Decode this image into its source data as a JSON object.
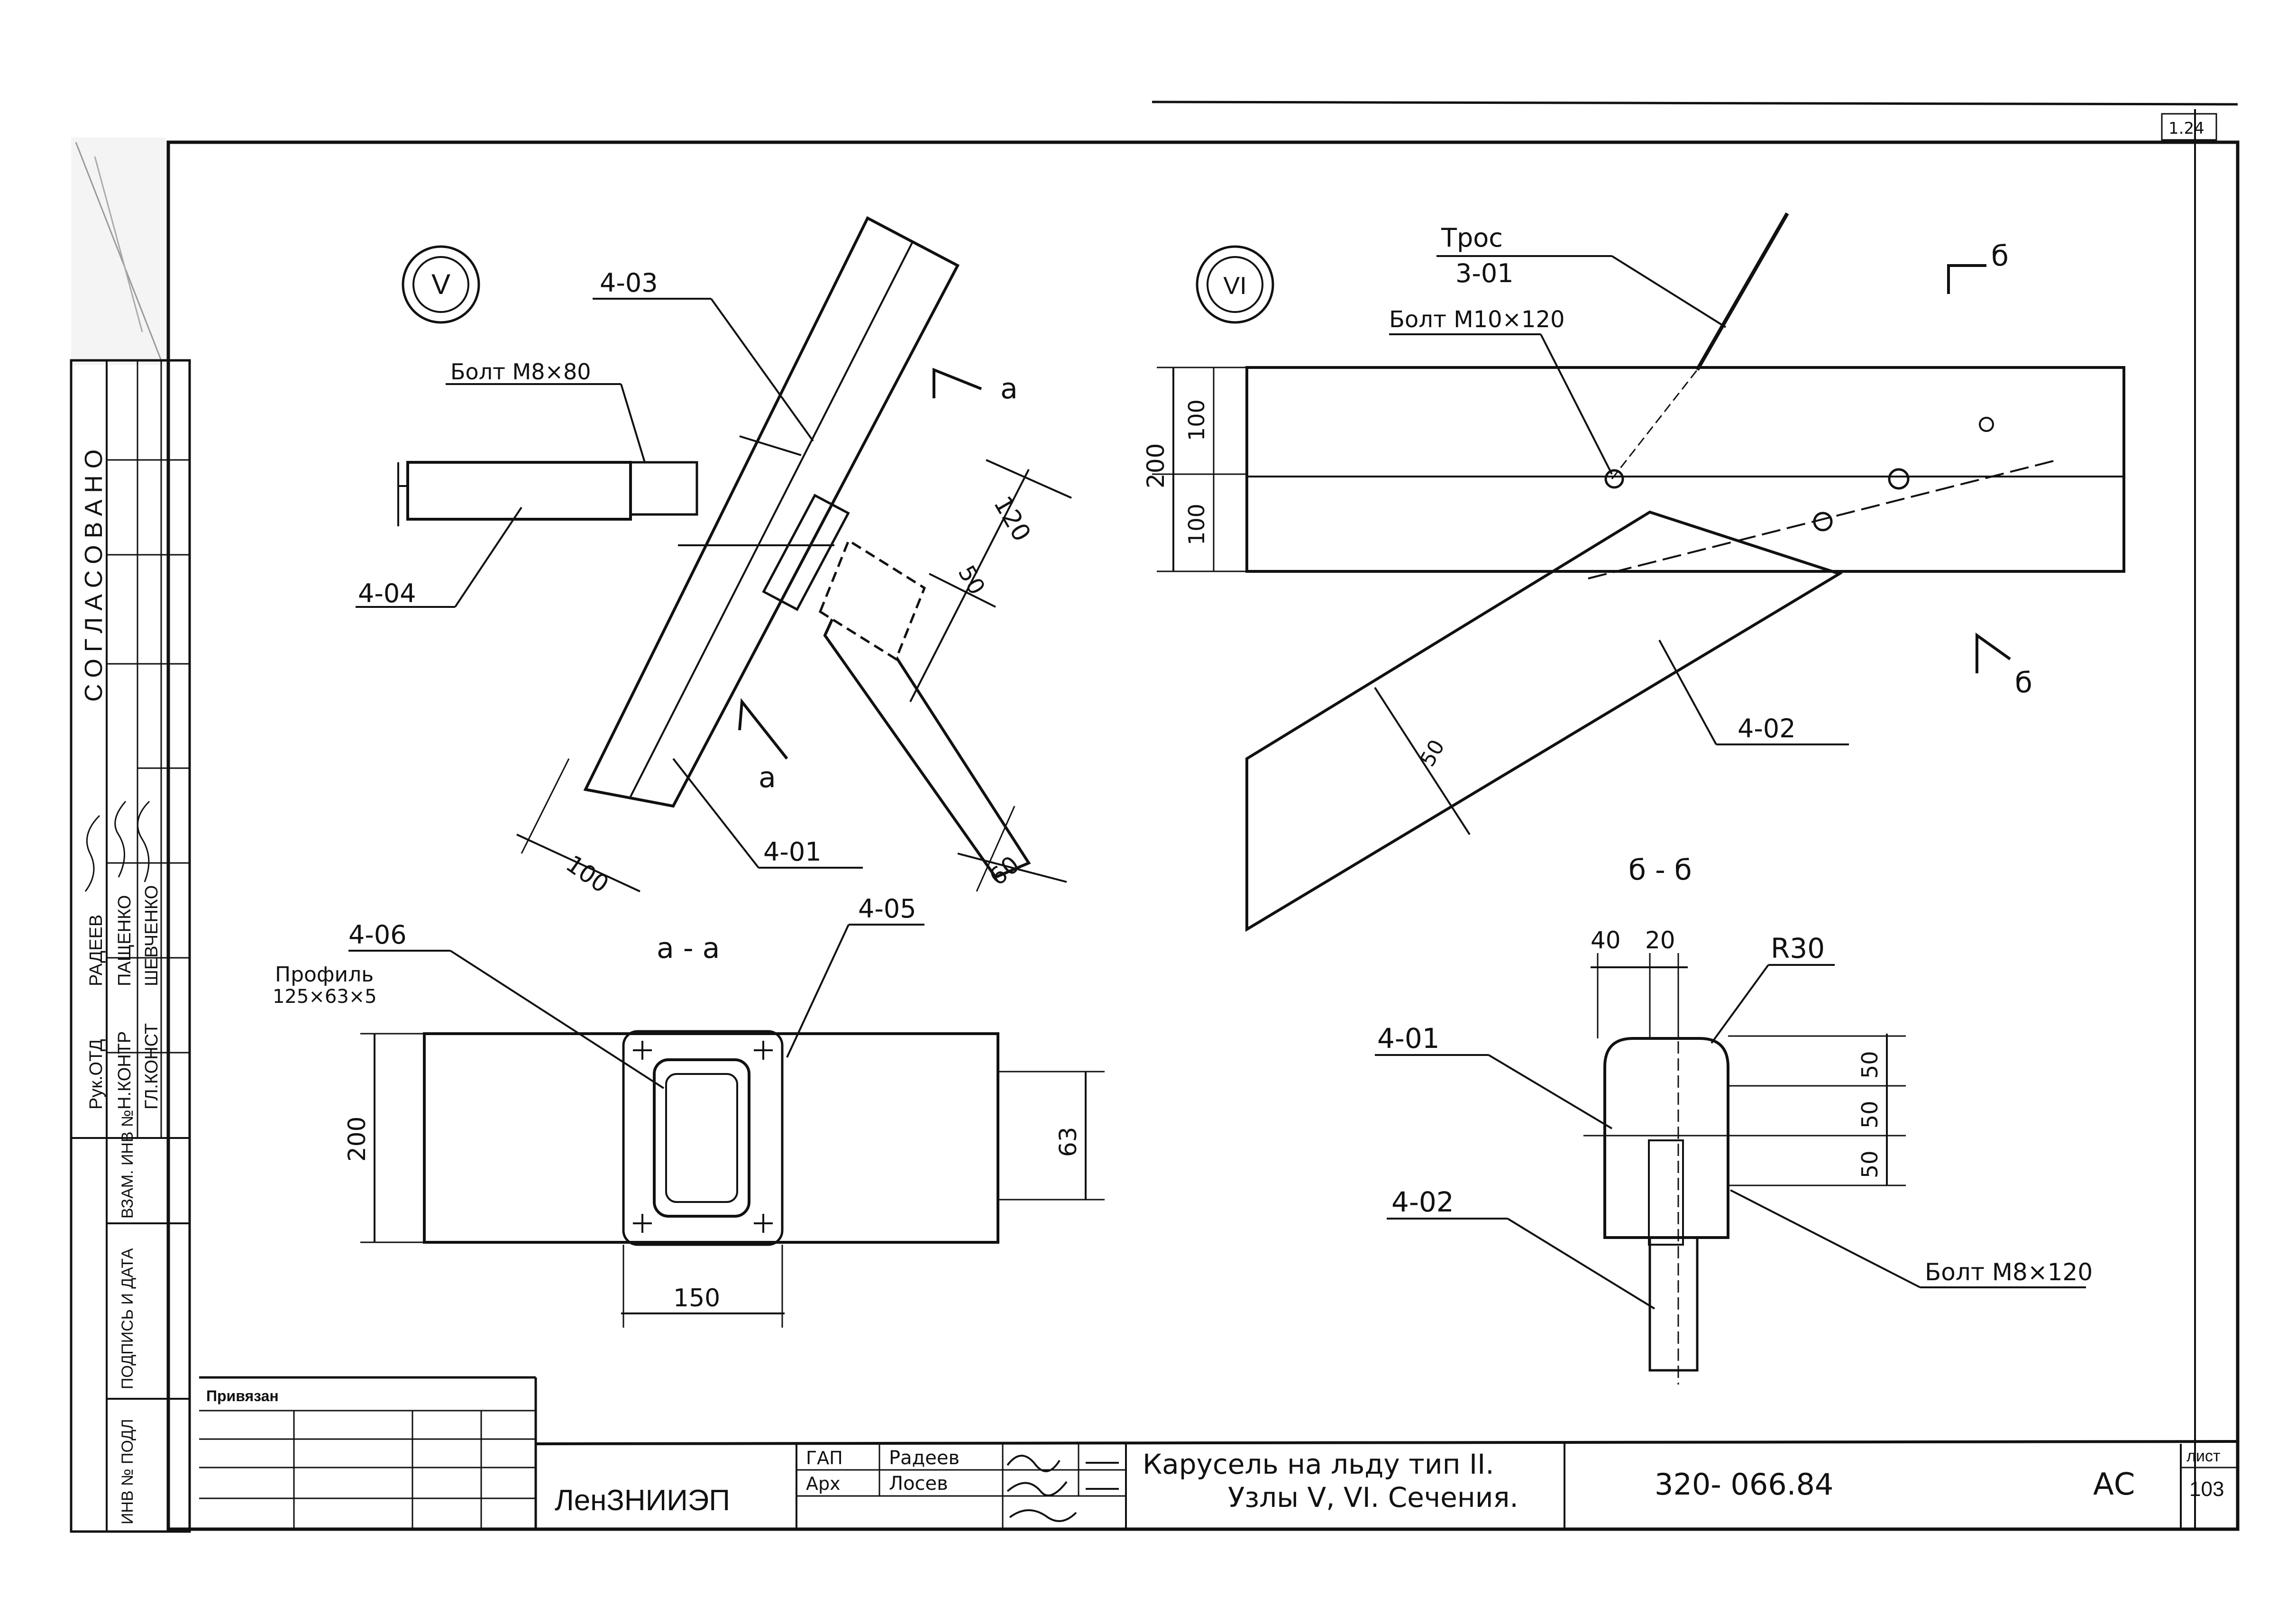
{
  "sheet_corner": "1.24",
  "views": {
    "v": {
      "badge": "V",
      "labels": {
        "p403": "4-03",
        "bolt": "Болт М8×80",
        "p404": "4-04",
        "p401": "4-01"
      },
      "section_mark": "а",
      "dims": {
        "d120": "120",
        "d50": "50",
        "d100": "100",
        "d60": "60"
      }
    },
    "vi": {
      "badge": "VI",
      "labels": {
        "cable_1": "Трос",
        "cable_2": "3-01",
        "bolt": "Болт М10×120",
        "p402": "4-02"
      },
      "section_mark": "б",
      "dims": {
        "d200": "200",
        "d100a": "100",
        "d100b": "100",
        "d50": "50"
      }
    },
    "section_a": {
      "title": "а - а",
      "labels": {
        "p406": "4-06",
        "profile_1": "Профиль",
        "profile_2": "125×63×5",
        "p405": "4-05"
      },
      "dims": {
        "d200": "200",
        "d63": "63",
        "d150": "150"
      }
    },
    "section_b": {
      "title": "б - б",
      "labels": {
        "p401": "4-01",
        "p402": "4-02",
        "r30": "R30",
        "bolt": "Болт М8×120"
      },
      "dims": {
        "d40": "40",
        "d20": "20",
        "d50a": "50",
        "d50b": "50",
        "d50c": "50"
      }
    }
  },
  "left_strip": {
    "agreed": "СОГЛАСОВАНО",
    "roles": [
      "Рук.ОТД",
      "Н.КОНТР",
      "ГЛ.КОНСТ"
    ],
    "names": [
      "РАДЕЕВ",
      "ПАЩЕНКО",
      "ШЕВЧЕНКО"
    ],
    "vert_labels": [
      "ВЗАМ. ИНВ №",
      "ПОДПИСЬ И ДАТА",
      "ИНВ № ПОДЛ"
    ]
  },
  "title_block": {
    "privyazan": "Привязан",
    "org": "ЛенЗНИИЭП",
    "roles": [
      "ГАП",
      "Арх"
    ],
    "names": [
      "Радеев",
      "Лосев"
    ],
    "title_line1": "Карусель на льду тип II.",
    "title_line2": "Узлы V, VI. Сечения.",
    "code": "320- 066.84",
    "stage": "АС",
    "sheet_label": "лист",
    "sheet_num": "103"
  }
}
